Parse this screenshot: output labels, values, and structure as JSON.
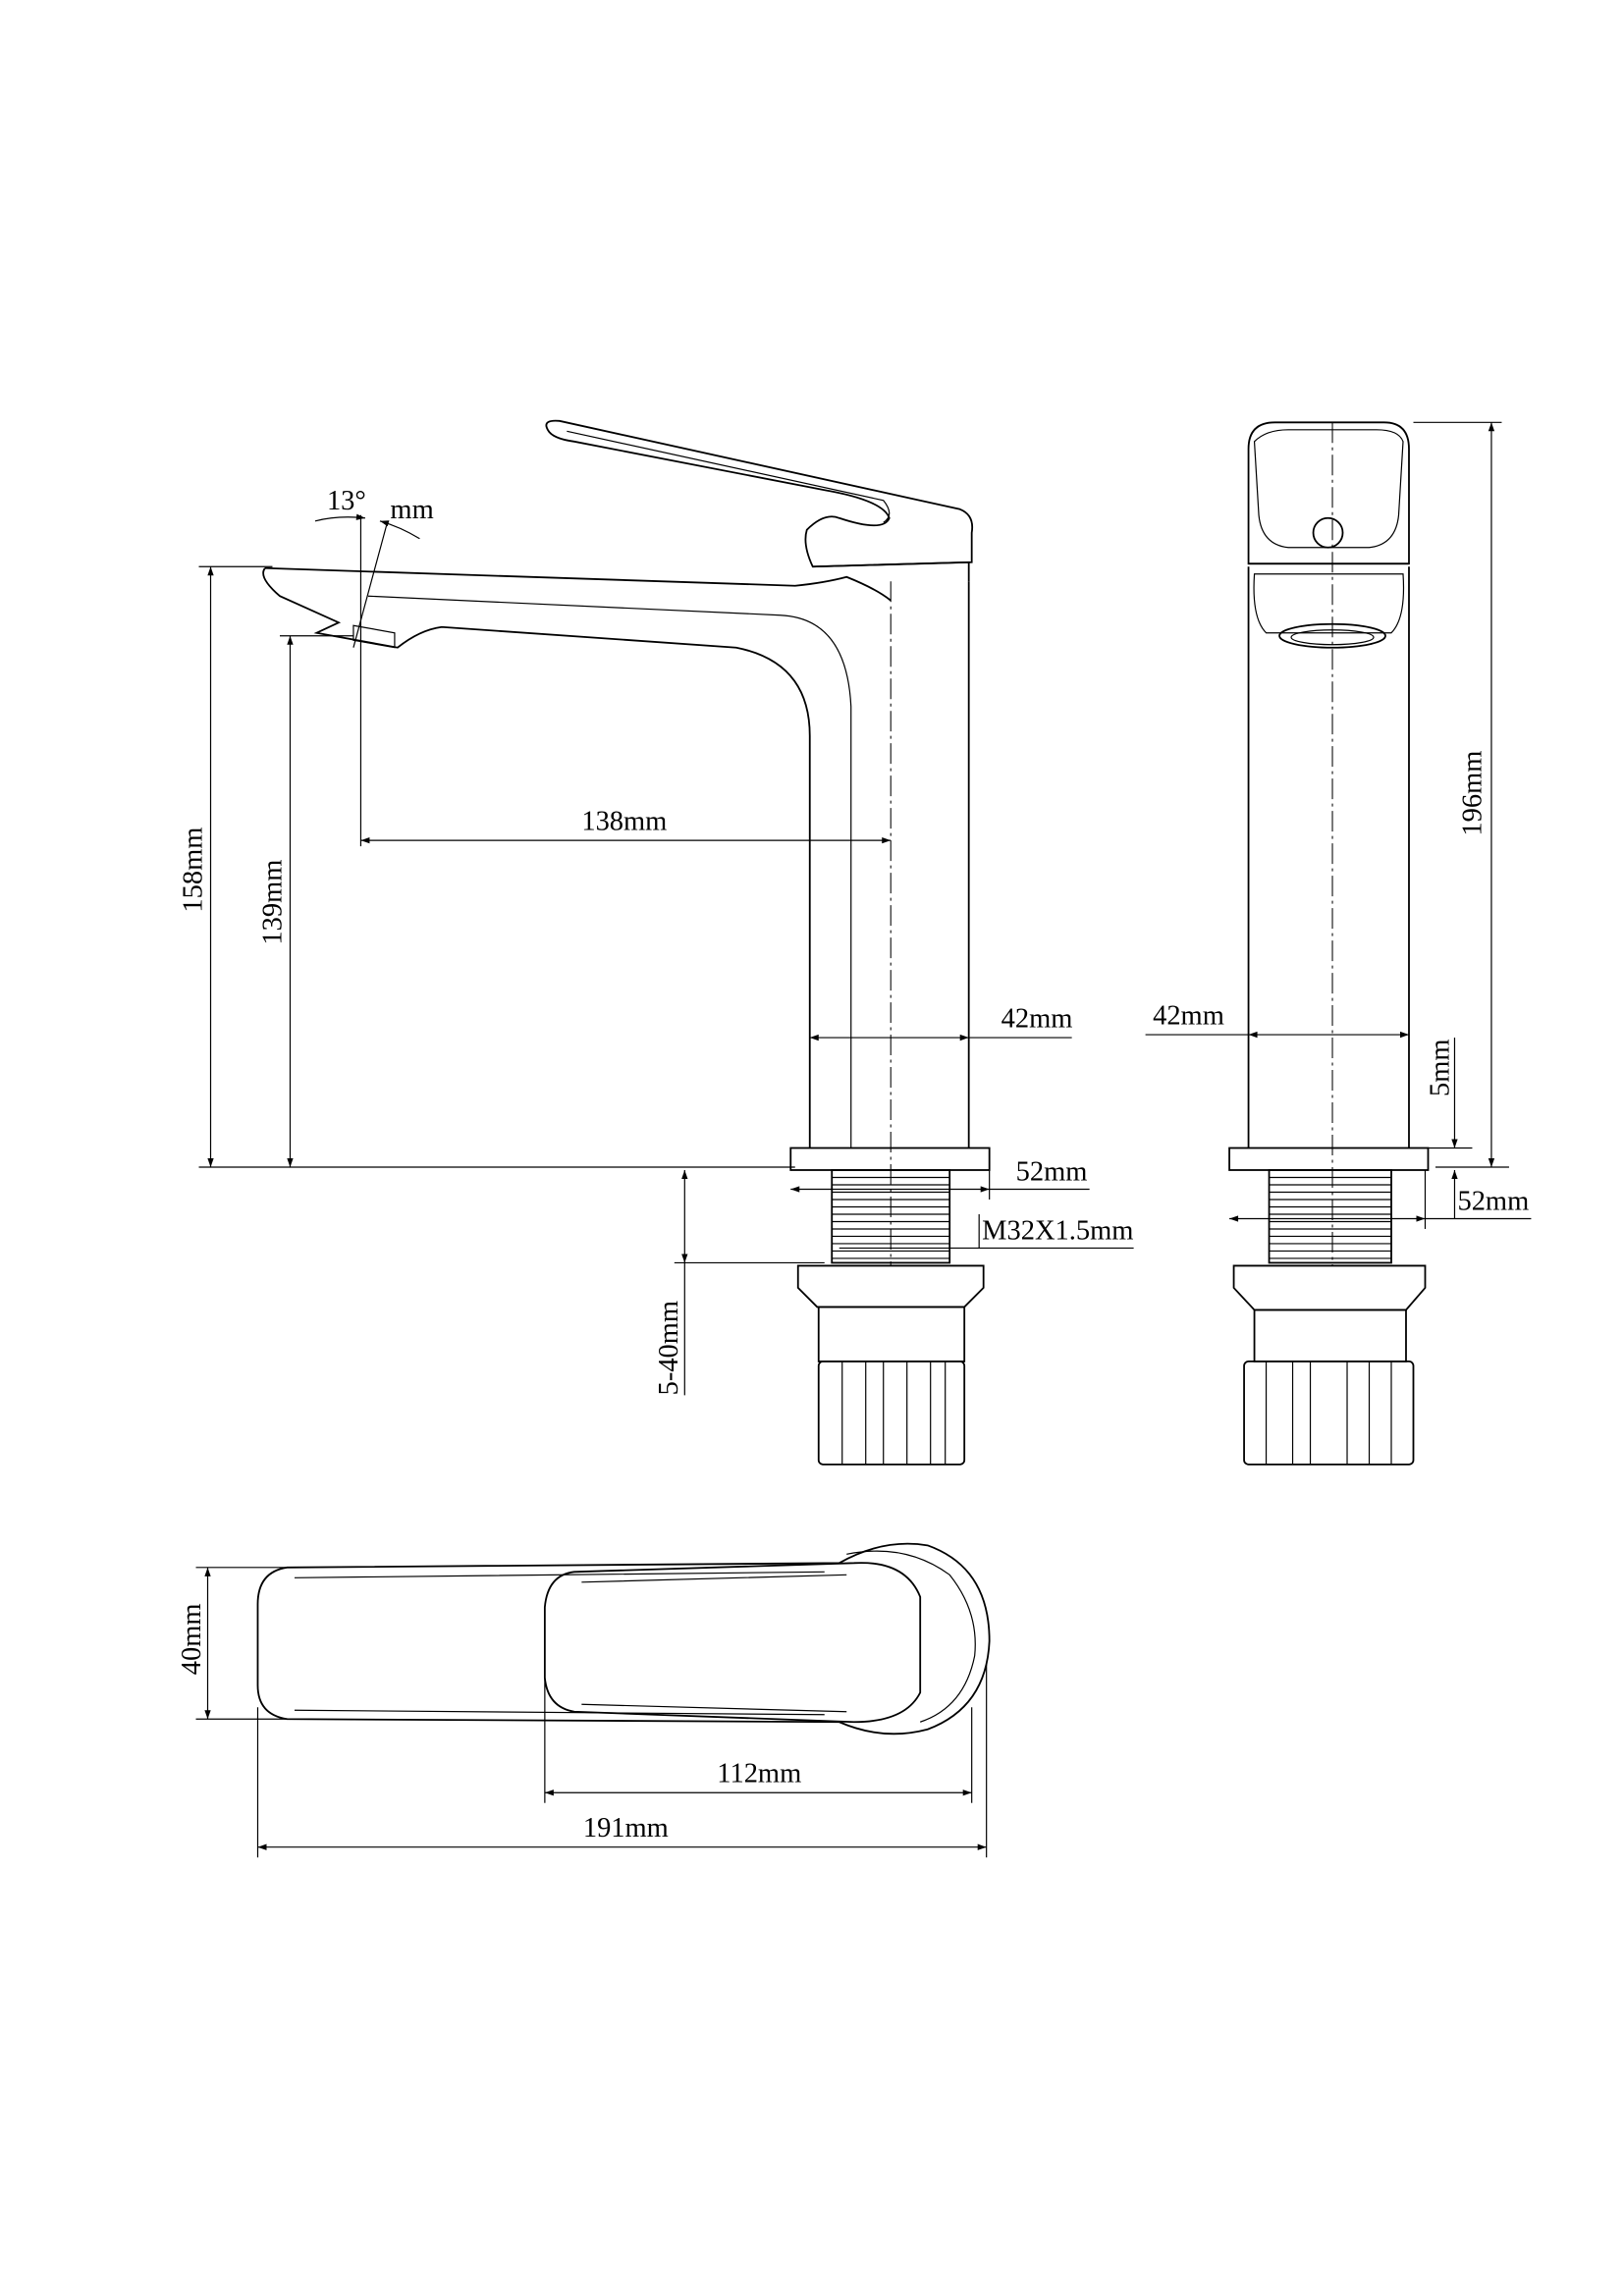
{
  "colors": {
    "line": "#000000",
    "background": "#ffffff"
  },
  "side_view": {
    "angle_label": "13°",
    "angle_unit_label": "mm",
    "spout_reach": "138mm",
    "total_height_spout": "158mm",
    "spout_outlet_height": "139mm",
    "body_width": "42mm",
    "base_diameter": "52mm",
    "thread_spec": "M32X1.5mm",
    "deck_thickness": "5-40mm"
  },
  "front_view": {
    "body_width": "42mm",
    "base_height": "5mm",
    "total_height": "196mm",
    "base_diameter": "52mm"
  },
  "top_view": {
    "width": "40mm",
    "handle_length": "112mm",
    "total_length": "191mm"
  }
}
